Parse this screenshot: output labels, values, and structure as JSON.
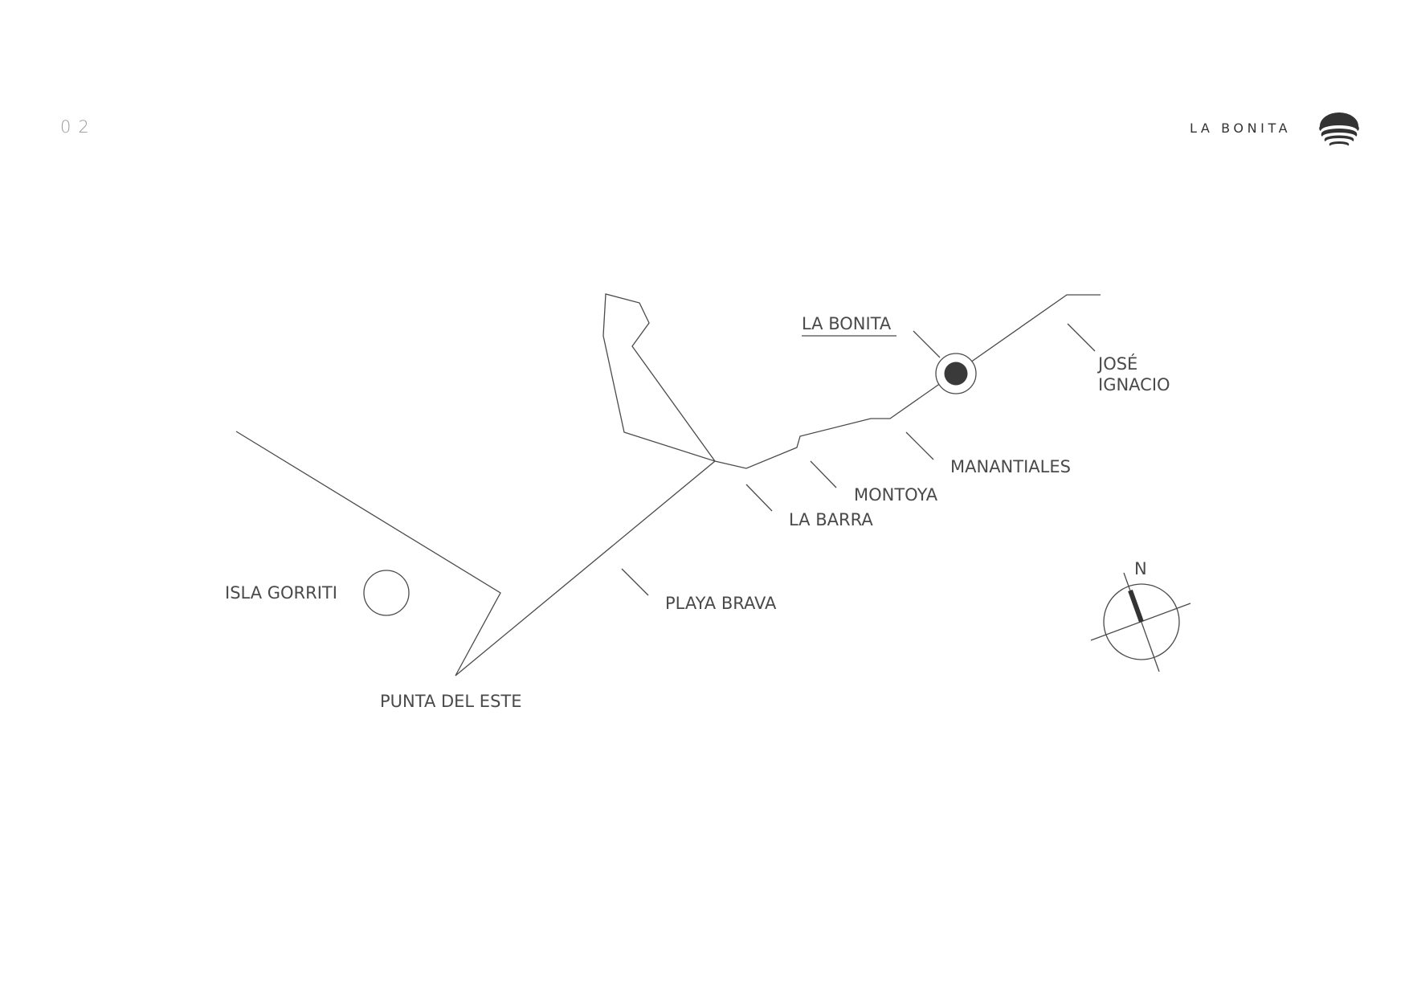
{
  "page": {
    "number": "02"
  },
  "header": {
    "brand_name": "LA BONITA",
    "logo_icon": "shell-wave-logo-icon"
  },
  "map": {
    "line_color": "#4a4a4a",
    "marker_color": "#3a3a3a",
    "places": {
      "la_bonita": "LA BONITA",
      "jose_ignacio_line1": "JOSÉ",
      "jose_ignacio_line2": "IGNACIO",
      "manantiales": "MANANTIALES",
      "montoya": "MONTOYA",
      "la_barra": "LA BARRA",
      "playa_brava": "PLAYA BRAVA",
      "isla_gorriti": "ISLA GORRITI",
      "punta_del_este": "PUNTA DEL ESTE"
    },
    "compass": {
      "north_label": "N",
      "icon": "compass-icon"
    }
  }
}
